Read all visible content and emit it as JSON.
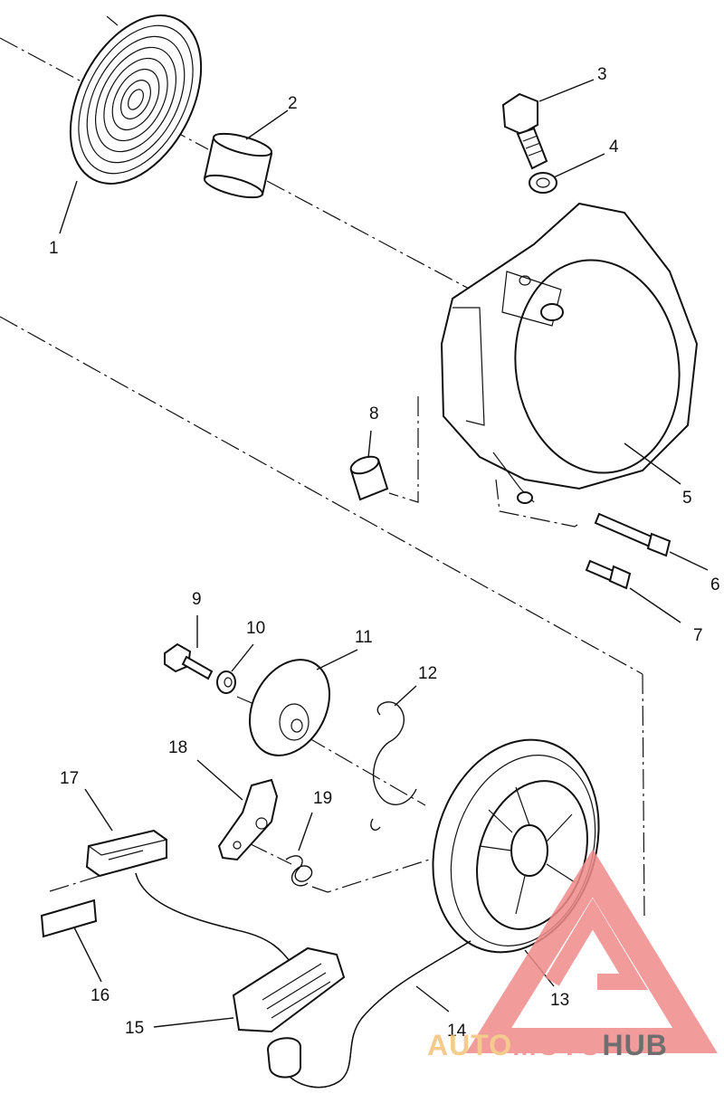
{
  "callouts": [
    {
      "id": "1",
      "text": "1"
    },
    {
      "id": "2",
      "text": "2"
    },
    {
      "id": "3",
      "text": "3"
    },
    {
      "id": "4",
      "text": "4"
    },
    {
      "id": "5",
      "text": "5"
    },
    {
      "id": "6",
      "text": "6"
    },
    {
      "id": "7",
      "text": "7"
    },
    {
      "id": "8",
      "text": "8"
    },
    {
      "id": "9",
      "text": "9"
    },
    {
      "id": "10",
      "text": "10"
    },
    {
      "id": "11",
      "text": "11"
    },
    {
      "id": "12",
      "text": "12"
    },
    {
      "id": "13",
      "text": "13"
    },
    {
      "id": "14",
      "text": "14"
    },
    {
      "id": "15",
      "text": "15"
    },
    {
      "id": "16",
      "text": "16"
    },
    {
      "id": "17",
      "text": "17"
    },
    {
      "id": "18",
      "text": "18"
    },
    {
      "id": "19",
      "text": "19"
    }
  ],
  "watermark": {
    "text_a": "AUTO",
    "text_b": "MOTO",
    "text_c": "HUB",
    "color_a": "#f4c27a",
    "color_b": "#f08a8a",
    "color_c": "#555555"
  }
}
